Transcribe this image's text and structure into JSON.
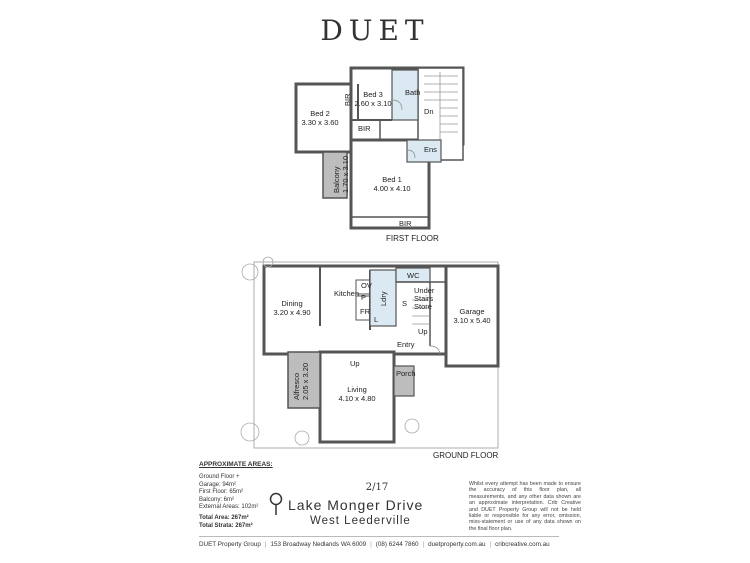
{
  "brand": "DUET",
  "first_floor": {
    "label": "FIRST FLOOR",
    "rooms": {
      "bed2": {
        "name": "Bed 2",
        "dims": "3.30 x 3.60"
      },
      "bed3": {
        "name": "Bed 3",
        "dims": "2.60 x 3.10"
      },
      "bath": "Bath",
      "dn": "Dn",
      "bir_a": "BIR",
      "bir_b": "BIR",
      "bir_c": "BIR",
      "ens": "Ens",
      "balcony": {
        "name": "Balcony",
        "dims": "1.70 x 3.10"
      },
      "bed1": {
        "name": "Bed 1",
        "dims": "4.00 x 4.10"
      }
    }
  },
  "ground_floor": {
    "label": "GROUND FLOOR",
    "rooms": {
      "dining": {
        "name": "Dining",
        "dims": "3.20 x 4.90"
      },
      "kitchen": "Kitchen",
      "ov": "OV",
      "p": "P",
      "fr": "FR",
      "l": "L",
      "ldry": "Ldry",
      "wc": "WC",
      "s": "S",
      "under_stairs": [
        "Under",
        "Stairs",
        "Store"
      ],
      "garage": {
        "name": "Garage",
        "dims": "3.10 x 5.40"
      },
      "up_a": "Up",
      "up_b": "Up",
      "entry": "Entry",
      "porch": "Porch",
      "alfresco": {
        "name": "Alfresco",
        "dims": "2.05 x 3.20"
      },
      "living": {
        "name": "Living",
        "dims": "4.10 x 4.80"
      }
    }
  },
  "areas": {
    "heading": "APPROXIMATE AREAS:",
    "lines": [
      "Ground Floor +",
      "Garage: 94m²",
      "First Floor: 65m²",
      "Balcony: 6m²",
      "External Areas: 102m²"
    ],
    "total_area": "Total Area: 267m²",
    "total_strata": "Total Strata: 267m²"
  },
  "address": {
    "unit": "2/17",
    "street": "Lake Monger Drive",
    "suburb": "West Leederville"
  },
  "disclaimer": "Whilst every attempt has been made to ensure the accuracy of this floor plan, all measurements, and any other data shown are an approximate interpretation. Crib Creative and DUET Property Group will not be held liable or responsible for any error, omission, miss-statement or use of any data shown on the final floor plan.",
  "footer": {
    "company": "DUET Property Group",
    "street": "153 Broadway Nedlands WA 6009",
    "phone": "(08) 6244 7860",
    "site1": "duetproperty.com.au",
    "site2": "cribcreative.com.au"
  }
}
